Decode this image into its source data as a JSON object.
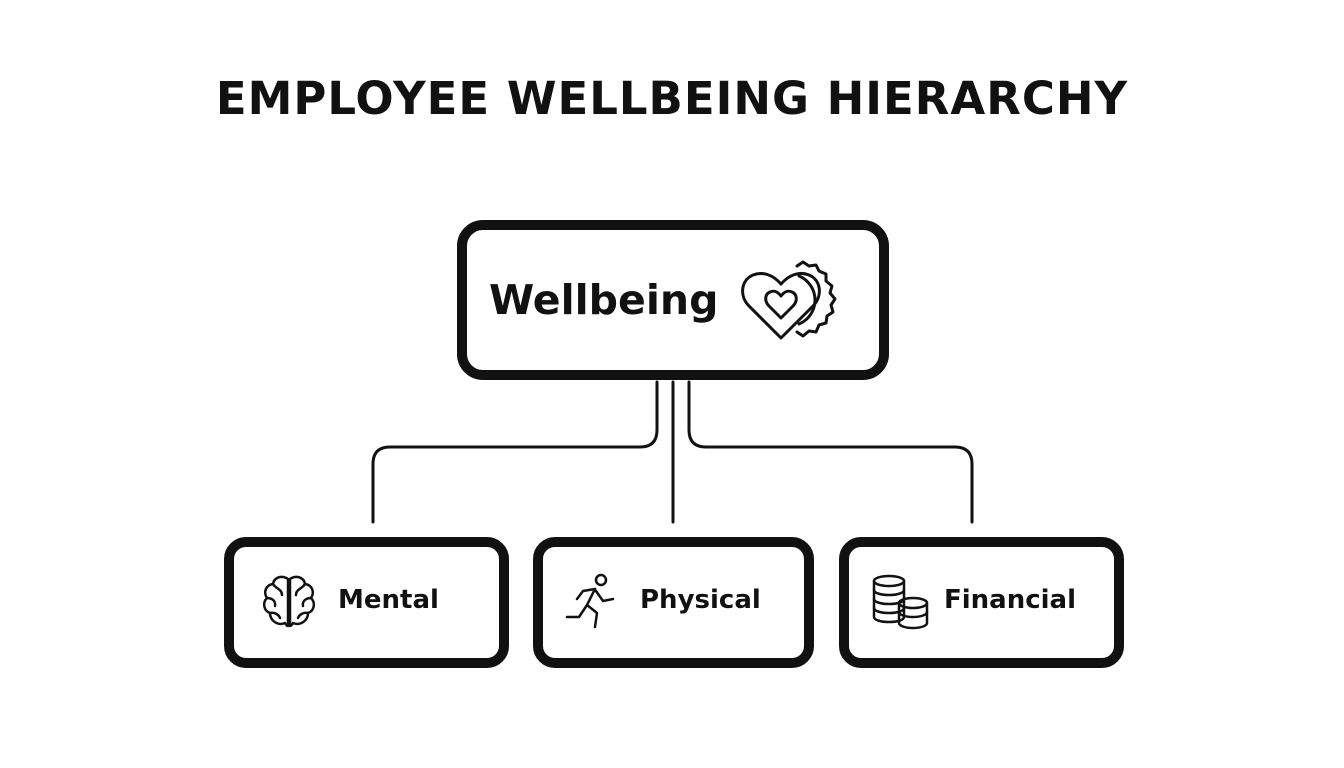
{
  "title": "EMPLOYEE WELLBEING HIERARCHY",
  "root": {
    "label": "Wellbeing",
    "icon": "heart-gear-icon"
  },
  "children": [
    {
      "label": "Mental",
      "icon": "brain-icon"
    },
    {
      "label": "Physical",
      "icon": "running-person-icon"
    },
    {
      "label": "Financial",
      "icon": "coin-stack-icon"
    }
  ],
  "colors": {
    "stroke": "#111111",
    "background": "#ffffff"
  }
}
